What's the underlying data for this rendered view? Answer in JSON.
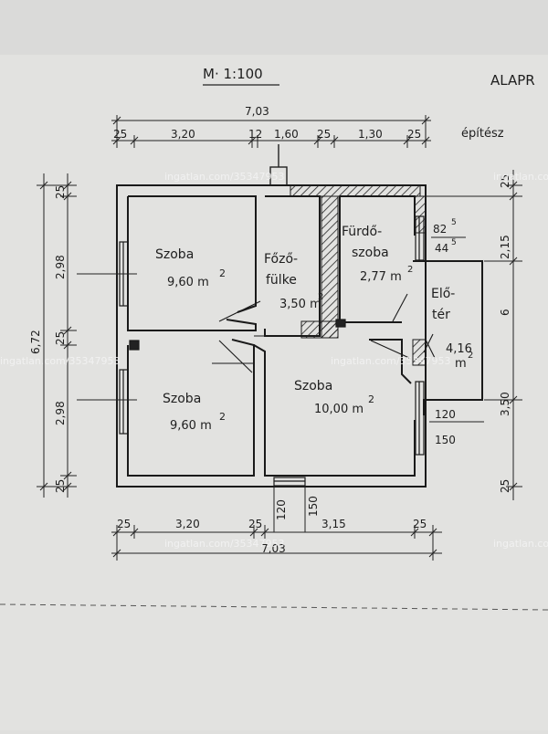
{
  "header": {
    "scale": "M· 1:100",
    "title_fragment": "ALAPR",
    "architect": "építész"
  },
  "rooms": [
    {
      "name": "Szoba",
      "area": "9,60",
      "unit": "m",
      "exp": "2"
    },
    {
      "name": "Szoba",
      "area": "9,60",
      "unit": "m",
      "exp": "2"
    },
    {
      "name": "Szoba",
      "area": "10,00",
      "unit": "m",
      "exp": "2"
    },
    {
      "name_line1": "Főző-",
      "name_line2": "fülke",
      "area": "3,50",
      "unit": "m",
      "exp": "2"
    },
    {
      "name_line1": "Fürdő-",
      "name_line2": "szoba",
      "area": "2,77",
      "unit": "m",
      "exp": "2"
    },
    {
      "name_line1": "Elő-",
      "name_line2": "tér",
      "area": "4,16",
      "unit": "m",
      "exp": "2"
    }
  ],
  "dimensions": {
    "top_total": "7,03",
    "top_chain": [
      "25",
      "3,20",
      "12",
      "1,60",
      "25",
      "1,30",
      "25"
    ],
    "bottom_chain": [
      "25",
      "3,20",
      "25",
      "120",
      "150",
      "3,15",
      "25"
    ],
    "bottom_total": "7,03",
    "left_total": "6,72",
    "left_chain": [
      "25",
      "2,98",
      "25",
      "2,98",
      "25"
    ],
    "right_chain": [
      "25",
      "2,15",
      "6",
      "3,50",
      "25"
    ],
    "bath_window": [
      "82",
      "5",
      "44",
      "5"
    ],
    "entry_window": [
      "120",
      "150"
    ]
  },
  "watermark": "ingatlan.com/35347953"
}
